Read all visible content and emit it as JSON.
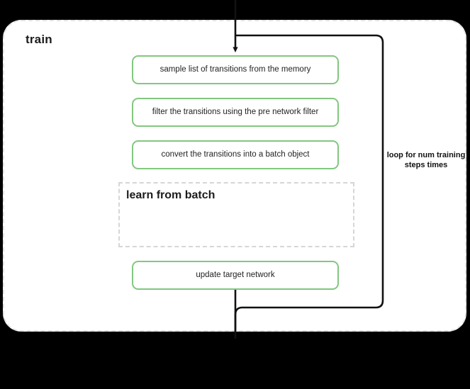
{
  "diagram": {
    "type": "flowchart",
    "title": "train",
    "background_color": "#000000",
    "scope": {
      "label": "train",
      "border_style": "dashed",
      "border_color": "#e3e3e3"
    },
    "steps": [
      {
        "id": "sample",
        "label": "sample list of transitions from the memory",
        "style": "green-rounded"
      },
      {
        "id": "filter",
        "label": "filter the transitions using the pre network filter",
        "style": "green-rounded"
      },
      {
        "id": "convert",
        "label": "convert the transitions into a batch object",
        "style": "green-rounded"
      },
      {
        "id": "update",
        "label": "update target network",
        "style": "green-rounded"
      }
    ],
    "sub_scope": {
      "id": "learn-from-batch",
      "label": "learn from batch",
      "border_style": "dashed",
      "border_color": "#d6d6d6"
    },
    "loop": {
      "label": "loop for num training steps times",
      "line_color": "#111111"
    },
    "colors": {
      "step_border": "#82c77f",
      "step_fill": "#ffffff",
      "text": "#232323",
      "connector": "#111111",
      "canvas": "#000000",
      "scope_fill": "#ffffff"
    }
  }
}
